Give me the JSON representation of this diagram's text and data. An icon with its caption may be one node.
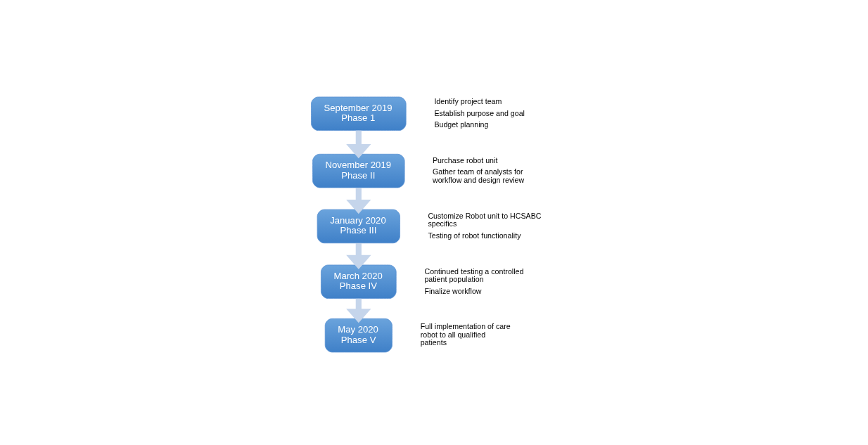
{
  "diagram": {
    "nodes": [
      {
        "text": [
          "September 2019",
          "Phase 1"
        ],
        "beside": [
          "Identify project team",
          "Establish purpose and goal",
          "Budget planning"
        ]
      },
      {
        "text": [
          "November 2019",
          "Phase II"
        ],
        "beside": [
          "Purchase robot unit",
          "Gather team of analysts for workflow and design review"
        ]
      },
      {
        "text": [
          "January 2020",
          "Phase III"
        ],
        "beside": [
          "Customize Robot unit to HCSABC specifics",
          "Testing of robot functionality"
        ]
      },
      {
        "text": [
          "March 2020",
          "Phase IV"
        ],
        "beside": [
          "Continued testing a controlled patient population",
          "Finalize workflow"
        ]
      },
      {
        "text": [
          "May 2020",
          "Phase V"
        ],
        "beside": [
          "Full implementation of care robot to all qualified patients"
        ]
      }
    ],
    "edges": [
      {
        "from": 0,
        "to": 1,
        "arrow": "to"
      },
      {
        "from": 1,
        "to": 2,
        "arrow": "to"
      },
      {
        "from": 2,
        "to": 3,
        "arrow": "to"
      },
      {
        "from": 3,
        "to": 4,
        "arrow": "to"
      }
    ]
  }
}
